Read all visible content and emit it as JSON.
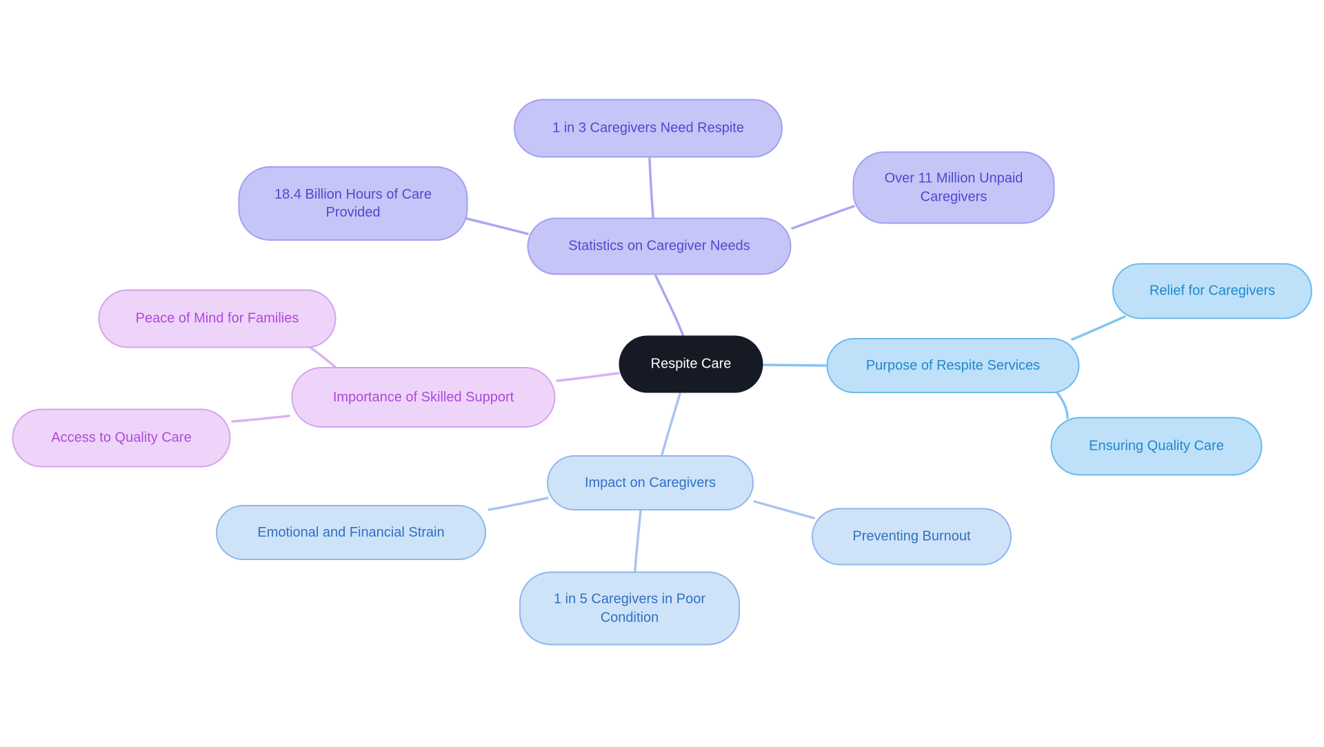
{
  "palette": {
    "background": "#ffffff",
    "root_fill": "#151A24",
    "root_text": "#ffffff",
    "purple_branch": {
      "fill": "#C6C5F7",
      "border": "#A19FF0",
      "text": "#4B4ACF",
      "edge": "#A9A7F1"
    },
    "cyan_branch": {
      "fill": "#BEE1F9",
      "border": "#69B9EF",
      "text": "#1F87CE",
      "edge": "#85C5F1"
    },
    "blue_branch": {
      "fill": "#CFE3F8",
      "border": "#8FB6E9",
      "text": "#2E70C5",
      "edge": "#A9C4ED"
    },
    "pink_branch": {
      "fill": "#EFD4F9",
      "border": "#D4A3EC",
      "text": "#AB49DE",
      "edge": "#DCB0F1"
    }
  },
  "root": {
    "label": "Respite Care"
  },
  "branches": [
    {
      "label": "Statistics on Caregiver Needs",
      "color_family": "purple",
      "children": [
        {
          "label": "1 in 3 Caregivers Need Respite"
        },
        {
          "label": "18.4 Billion Hours of Care Provided"
        },
        {
          "label": "Over 11 Million Unpaid Caregivers"
        }
      ]
    },
    {
      "label": "Purpose of Respite Services",
      "color_family": "cyan",
      "children": [
        {
          "label": "Relief for Caregivers"
        },
        {
          "label": "Ensuring Quality Care"
        }
      ]
    },
    {
      "label": "Impact on Caregivers",
      "color_family": "blue",
      "children": [
        {
          "label": "Emotional and Financial Strain"
        },
        {
          "label": "1 in 5 Caregivers in Poor Condition"
        },
        {
          "label": "Preventing Burnout"
        }
      ]
    },
    {
      "label": "Importance of Skilled Support",
      "color_family": "pink",
      "children": [
        {
          "label": "Peace of Mind for Families"
        },
        {
          "label": "Access to Quality Care"
        }
      ]
    }
  ]
}
